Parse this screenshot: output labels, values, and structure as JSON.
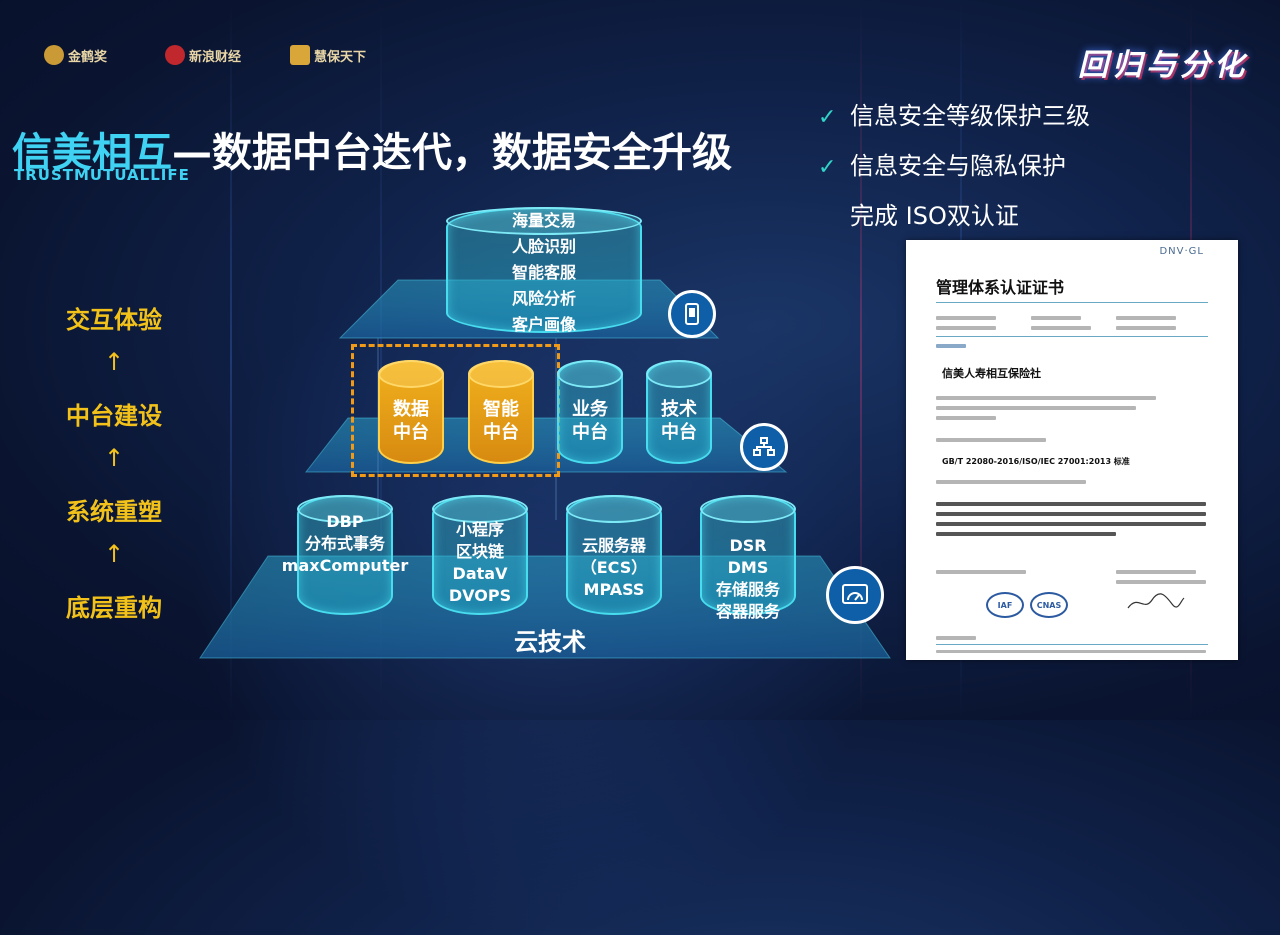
{
  "logos": [
    {
      "text": "金鹤奖",
      "icon": "crane-logo-icon"
    },
    {
      "text": "新浪财经",
      "icon": "sina-logo-icon"
    },
    {
      "text": "慧保天下",
      "icon": "huibao-logo-icon"
    }
  ],
  "brand_right": "回归与分化",
  "title": {
    "brand": "信美相互",
    "rest": "—数据中台迭代，数据安全升级",
    "subtitle": "TRUSTMUTUALLIFE"
  },
  "checklist": [
    {
      "text": "信息安全等级保护三级",
      "checked": true
    },
    {
      "text": "信息安全与隐私保护",
      "checked": true
    },
    {
      "text": "完成 ISO双认证",
      "checked": false
    }
  ],
  "flow": {
    "steps": [
      "交互体验",
      "中台建设",
      "系统重塑",
      "底层重构"
    ],
    "arrow": "↑"
  },
  "pyramid": {
    "top_cylinder": [
      "海量交易",
      "人脸识别",
      "智能客服",
      "风险分析",
      "客户画像"
    ],
    "middle": [
      {
        "lines": [
          "数据",
          "中台"
        ],
        "highlight": true
      },
      {
        "lines": [
          "智能",
          "中台"
        ],
        "highlight": true
      },
      {
        "lines": [
          "业务",
          "中台"
        ],
        "highlight": false
      },
      {
        "lines": [
          "技术",
          "中台"
        ],
        "highlight": false
      }
    ],
    "bottom": [
      {
        "lines": [
          "DBP",
          "分布式事务",
          "maxComputer"
        ]
      },
      {
        "lines": [
          "小程序",
          "区块链",
          "DataV",
          "DVOPS"
        ]
      },
      {
        "lines": [
          "云服务器",
          "（ECS）",
          "MPASS"
        ]
      },
      {
        "lines": [
          "DSR",
          "DMS",
          "存储服务",
          "容器服务"
        ]
      }
    ],
    "base_label": "云技术",
    "badges": [
      "mobile-icon",
      "network-icon",
      "dashboard-icon"
    ]
  },
  "certificate": {
    "issuer": "DNV·GL",
    "title": "管理体系认证证书",
    "company": "信美人寿相互保险社",
    "standard": "GB/T 22080-2016/ISO/IEC 27001:2013 标准",
    "seals": [
      "IAF",
      "CNAS"
    ]
  },
  "colors": {
    "accent_cyan": "#3fd2f2",
    "accent_gold": "#f2c21a",
    "highlight_orange": "#f09a18"
  }
}
